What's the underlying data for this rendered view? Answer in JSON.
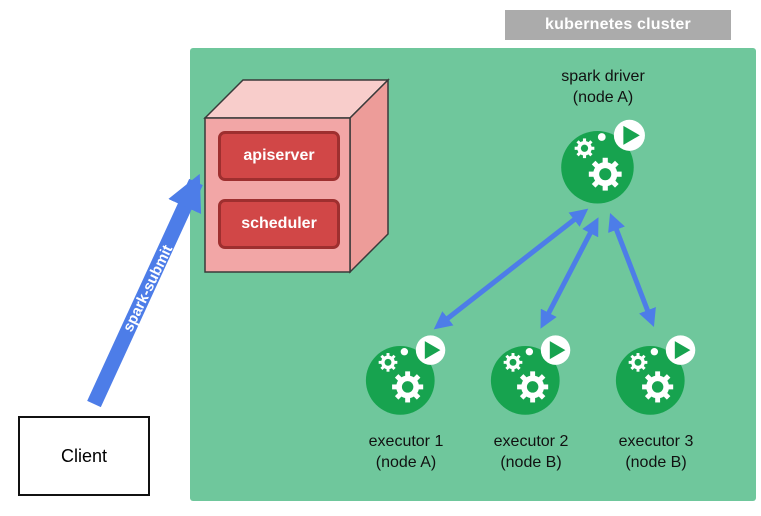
{
  "cluster": {
    "label": "kubernetes cluster"
  },
  "control_plane": {
    "apiserver_label": "apiserver",
    "scheduler_label": "scheduler"
  },
  "spark_driver": {
    "name": "spark driver",
    "node": "(node A)"
  },
  "executors": [
    {
      "name": "executor 1",
      "node": "(node A)"
    },
    {
      "name": "executor 2",
      "node": "(node B)"
    },
    {
      "name": "executor 3",
      "node": "(node B)"
    }
  ],
  "client": {
    "label": "Client"
  },
  "spark_submit": {
    "label": "spark-submit"
  },
  "icons": {
    "pod_icon": "gears-with-play-badge-icon",
    "arrow_icon": "double-headed-arrow"
  },
  "colors": {
    "cluster_bg": "#6FC79C",
    "pod_green": "#17A34F",
    "arrow_blue": "#4D7DE8",
    "box_red": "#D14747",
    "box_red_border": "#9E2F2F",
    "panel_front_pink": "#F2A6A6",
    "panel_top_pink": "#F8CDCB",
    "panel_side_pink": "#ED9C99",
    "label_gray": "#ABABAB"
  }
}
